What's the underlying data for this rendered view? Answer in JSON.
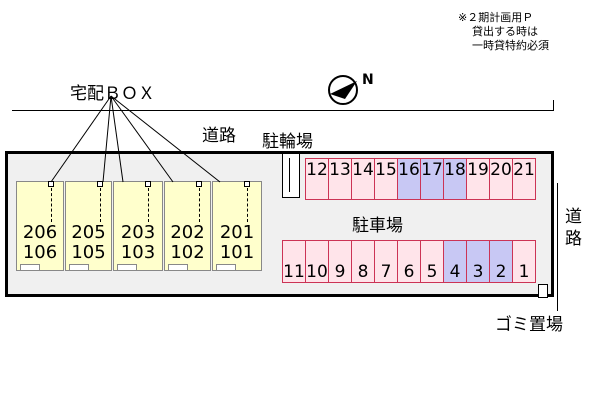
{
  "notes": {
    "line1": "※２期計画用Ｐ",
    "line2": "貸出する時は",
    "line3": "一時貸特約必須"
  },
  "labels": {
    "delivery_box": "宅配ＢＯＸ",
    "road_top": "道路",
    "road_right": "道\n路",
    "bicycle_parking": "駐輪場",
    "car_parking": "駐車場",
    "garbage": "ゴミ置場",
    "compass_north": "N"
  },
  "units": [
    {
      "upper": "206",
      "lower": "106"
    },
    {
      "upper": "205",
      "lower": "105"
    },
    {
      "upper": "203",
      "lower": "103"
    },
    {
      "upper": "202",
      "lower": "102"
    },
    {
      "upper": "201",
      "lower": "101"
    }
  ],
  "parking_top": [
    {
      "num": "12",
      "highlight": false
    },
    {
      "num": "13",
      "highlight": false
    },
    {
      "num": "14",
      "highlight": false
    },
    {
      "num": "15",
      "highlight": false
    },
    {
      "num": "16",
      "highlight": true
    },
    {
      "num": "17",
      "highlight": true
    },
    {
      "num": "18",
      "highlight": true
    },
    {
      "num": "19",
      "highlight": false
    },
    {
      "num": "20",
      "highlight": false
    },
    {
      "num": "21",
      "highlight": false
    }
  ],
  "parking_bottom": [
    {
      "num": "11",
      "highlight": false
    },
    {
      "num": "10",
      "highlight": false
    },
    {
      "num": "9",
      "highlight": false
    },
    {
      "num": "8",
      "highlight": false
    },
    {
      "num": "7",
      "highlight": false
    },
    {
      "num": "6",
      "highlight": false
    },
    {
      "num": "5",
      "highlight": false
    },
    {
      "num": "4",
      "highlight": true
    },
    {
      "num": "3",
      "highlight": true
    },
    {
      "num": "2",
      "highlight": true
    },
    {
      "num": "1",
      "highlight": false
    }
  ],
  "colors": {
    "unit_fill": "#ffffcc",
    "stall_border": "#cc3355",
    "highlight_fill": "#c8c8f4",
    "stall_fill": "#ffe4ea",
    "site_fill": "#f0f0f0"
  }
}
